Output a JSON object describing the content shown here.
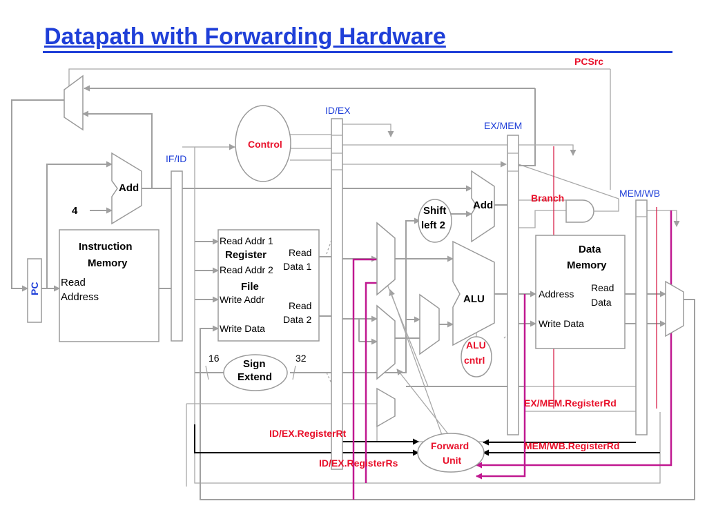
{
  "title": "Datapath with Forwarding Hardware",
  "labels": {
    "pcsrc": "PCSrc",
    "idex": "ID/EX",
    "exmem": "EX/MEM",
    "ifid": "IF/ID",
    "memwb": "MEM/WB",
    "control": "Control",
    "add_pc": "Add",
    "add_branch": "Add",
    "four": "4",
    "branch": "Branch",
    "shift_1": "Shift",
    "shift_2": "left 2",
    "pc": "PC",
    "instr_mem_1": "Instruction",
    "instr_mem_2": "Memory",
    "read_address_1": "Read",
    "read_address_2": "Address",
    "read_addr_1": "Read Addr 1",
    "register": "Register",
    "read_addr_2": "Read Addr 2",
    "file": "File",
    "write_addr": "Write Addr",
    "write_data_rf": "Write Data",
    "read_data1_a": "Read",
    "read_data1_b": "Data 1",
    "read_data2_a": "Read",
    "read_data2_b": "Data 2",
    "alu": "ALU",
    "alu_cntrl_1": "ALU",
    "alu_cntrl_2": "cntrl",
    "data_mem_1": "Data",
    "data_mem_2": "Memory",
    "dm_address": "Address",
    "dm_read_data_1": "Read",
    "dm_read_data_2": "Data",
    "dm_write_data": "Write Data",
    "sixteen": "16",
    "thirtytwo": "32",
    "sign_1": "Sign",
    "sign_2": "Extend",
    "exmem_rd": "EX/MEM.RegisterRd",
    "idex_rt": "ID/EX.RegisterRt",
    "memwb_rd": "MEM/WB.RegisterRd",
    "idex_rs": "ID/EX.RegisterRs",
    "forward_1": "Forward",
    "forward_2": "Unit"
  },
  "colors": {
    "title": "#1f3fd8",
    "control_signal": "#e8102a",
    "forwarding_path": "#c01890",
    "wire": "#a0a0a0"
  }
}
